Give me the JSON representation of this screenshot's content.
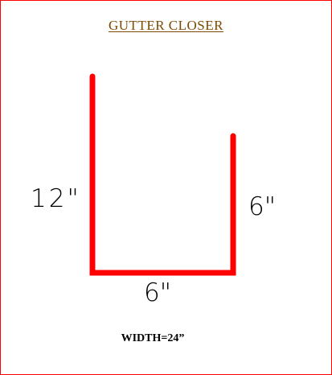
{
  "title": "GUTTER  CLOSER",
  "dimensions": {
    "left": "12\"",
    "right": "6\"",
    "bottom": "6\""
  },
  "width_label": "WIDTH=24”",
  "colors": {
    "profile_line": "#ff0000",
    "frame_border": "#ff0000",
    "title_text": "#7a4a00",
    "label_text": "#000000"
  }
}
